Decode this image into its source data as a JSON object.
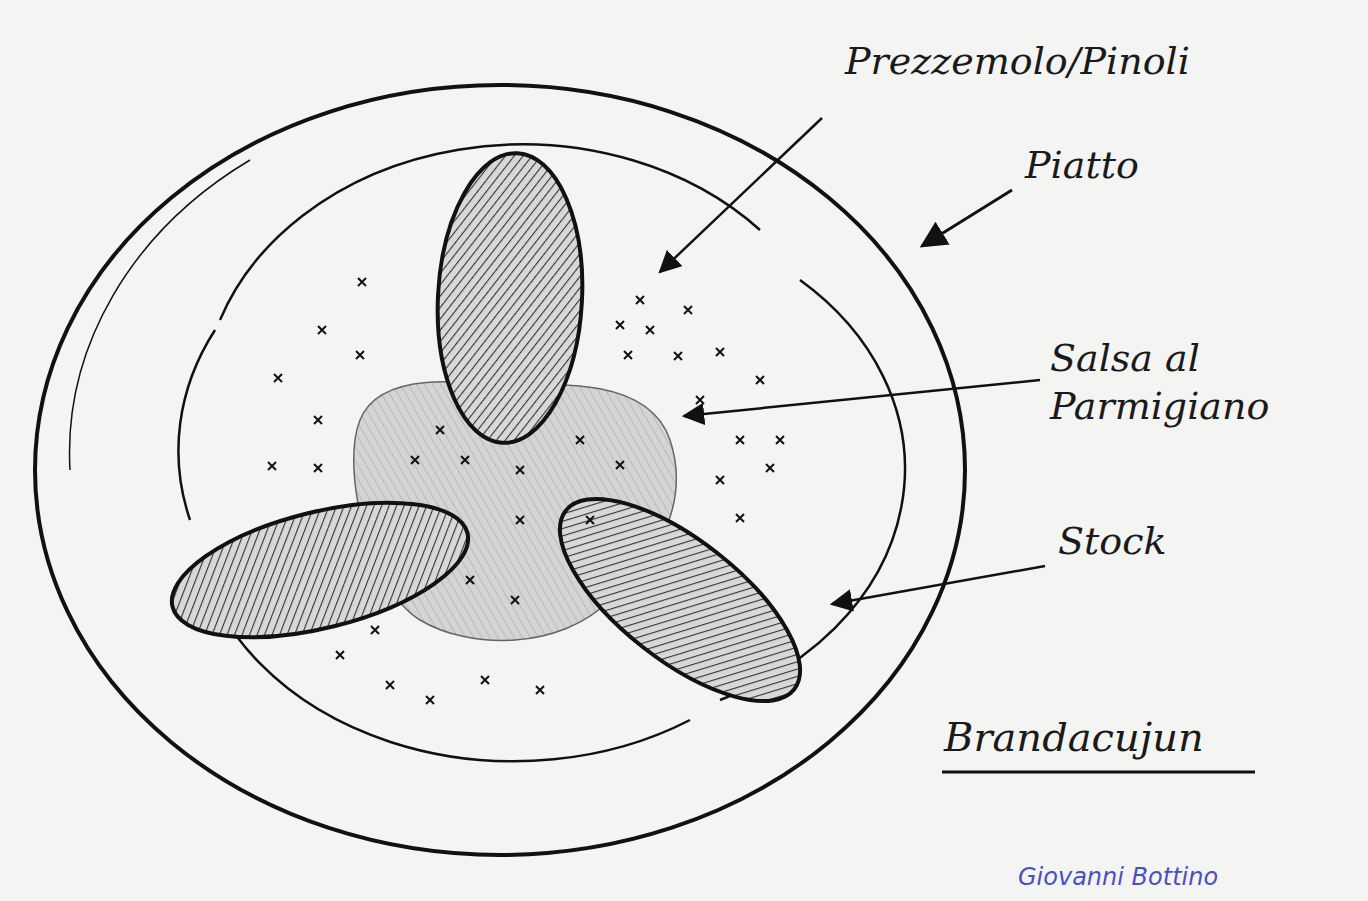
{
  "diagram": {
    "title": "Brandacujun",
    "labels": [
      "Prezzemolo/Pinoli",
      "Piatto",
      "Salsa al Parmigiano",
      "Stock",
      "Giovanni Bottino"
    ]
  }
}
